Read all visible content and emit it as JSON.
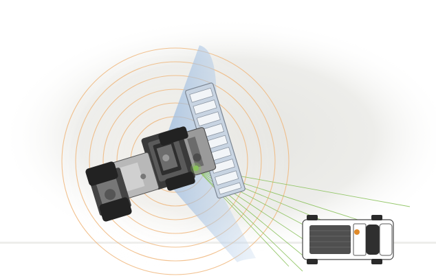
{
  "scene": {
    "caption": "",
    "colors": {
      "background": "#ffffff",
      "ground_glow": "#e9e9e6",
      "radar_rings": "#f0b77c",
      "scan_fan": "#7ea6d4",
      "sensor_beams": "#8ac25b",
      "bucket_blue_tint": "#b9c8da",
      "loader_dark": "#333333",
      "loader_mid": "#8d8d8d",
      "truck_body": "#ffffff",
      "truck_bed": "#4f4f4f",
      "beacon": "#e08a2a",
      "road_line": "#ffffff"
    },
    "objects": [
      {
        "name": "wheel-loader",
        "kind": "vehicle"
      },
      {
        "name": "pickup-truck",
        "kind": "vehicle"
      },
      {
        "name": "radar-rings",
        "kind": "sensor-field"
      },
      {
        "name": "scan-fan",
        "kind": "sensor-field"
      },
      {
        "name": "sensor-beams",
        "kind": "sensor-field"
      }
    ]
  }
}
